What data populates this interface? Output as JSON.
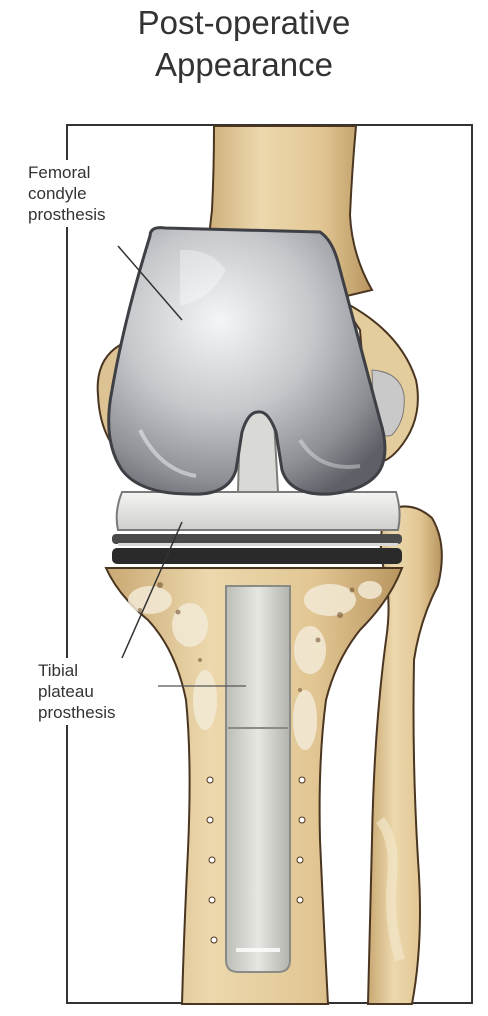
{
  "title": {
    "line1": "Post-operative",
    "line2": "Appearance"
  },
  "labels": {
    "femoral": {
      "line1": "Femoral",
      "line2": "condyle",
      "line3": "prosthesis"
    },
    "tibial": {
      "line1": "Tibial",
      "line2": "plateau",
      "line3": "prosthesis"
    }
  },
  "colors": {
    "bone": "#e6cfa0",
    "bone_shadow": "#b89560",
    "metal": "#c9cbcf",
    "metal_dark": "#6f7277",
    "poly": "#eeeeee",
    "outline": "#3a2a18"
  }
}
